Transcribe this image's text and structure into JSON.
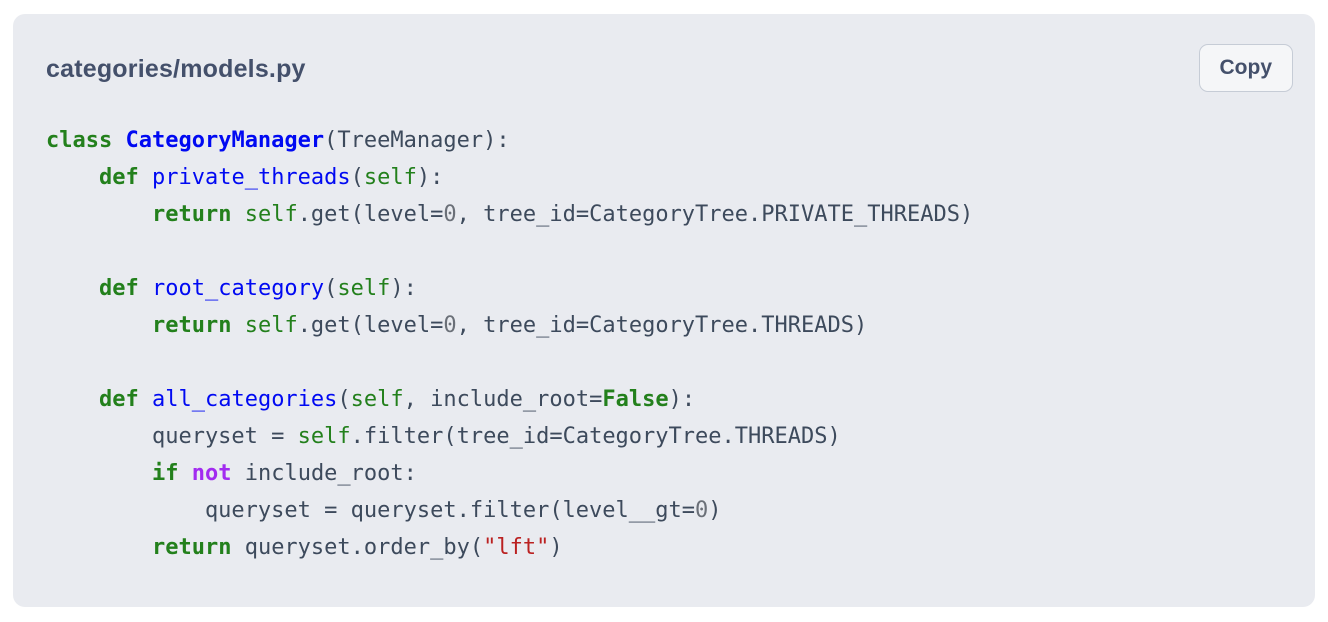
{
  "header": {
    "title": "categories/models.py",
    "copy_label": "Copy"
  },
  "colors": {
    "card_background": "#e9ebf0",
    "title_text": "#44506b",
    "code_plain": "#3d4a5c",
    "keyword_green": "#23801c",
    "name_blue": "#0009f2",
    "operator_word_purple": "#a22bf0",
    "number_gray": "#6b7078",
    "string_red": "#ba2121",
    "button_background": "#f5f6f8",
    "button_border": "#c6ccd6"
  },
  "code": {
    "language": "python",
    "lines": [
      [
        [
          "k",
          "class"
        ],
        [
          "p",
          " "
        ],
        [
          "nc",
          "CategoryManager"
        ],
        [
          "p",
          "(TreeManager):"
        ]
      ],
      [
        [
          "p",
          "    "
        ],
        [
          "k",
          "def"
        ],
        [
          "p",
          " "
        ],
        [
          "nf",
          "private_threads"
        ],
        [
          "p",
          "("
        ],
        [
          "bp",
          "self"
        ],
        [
          "p",
          "):"
        ]
      ],
      [
        [
          "p",
          "        "
        ],
        [
          "k",
          "return"
        ],
        [
          "p",
          " "
        ],
        [
          "bp",
          "self"
        ],
        [
          "p",
          ".get(level="
        ],
        [
          "mi",
          "0"
        ],
        [
          "p",
          ", tree_id=CategoryTree.PRIVATE_THREADS)"
        ]
      ],
      [],
      [
        [
          "p",
          "    "
        ],
        [
          "k",
          "def"
        ],
        [
          "p",
          " "
        ],
        [
          "nf",
          "root_category"
        ],
        [
          "p",
          "("
        ],
        [
          "bp",
          "self"
        ],
        [
          "p",
          "):"
        ]
      ],
      [
        [
          "p",
          "        "
        ],
        [
          "k",
          "return"
        ],
        [
          "p",
          " "
        ],
        [
          "bp",
          "self"
        ],
        [
          "p",
          ".get(level="
        ],
        [
          "mi",
          "0"
        ],
        [
          "p",
          ", tree_id=CategoryTree.THREADS)"
        ]
      ],
      [],
      [
        [
          "p",
          "    "
        ],
        [
          "k",
          "def"
        ],
        [
          "p",
          " "
        ],
        [
          "nf",
          "all_categories"
        ],
        [
          "p",
          "("
        ],
        [
          "bp",
          "self"
        ],
        [
          "p",
          ", include_root="
        ],
        [
          "kc",
          "False"
        ],
        [
          "p",
          "):"
        ]
      ],
      [
        [
          "p",
          "        queryset = "
        ],
        [
          "bp",
          "self"
        ],
        [
          "p",
          ".filter(tree_id=CategoryTree.THREADS)"
        ]
      ],
      [
        [
          "p",
          "        "
        ],
        [
          "k",
          "if"
        ],
        [
          "p",
          " "
        ],
        [
          "ow",
          "not"
        ],
        [
          "p",
          " include_root:"
        ]
      ],
      [
        [
          "p",
          "            queryset = queryset.filter(level__gt="
        ],
        [
          "mi",
          "0"
        ],
        [
          "p",
          ")"
        ]
      ],
      [
        [
          "p",
          "        "
        ],
        [
          "k",
          "return"
        ],
        [
          "p",
          " queryset.order_by("
        ],
        [
          "s",
          "\"lft\""
        ],
        [
          "p",
          ")"
        ]
      ]
    ]
  }
}
